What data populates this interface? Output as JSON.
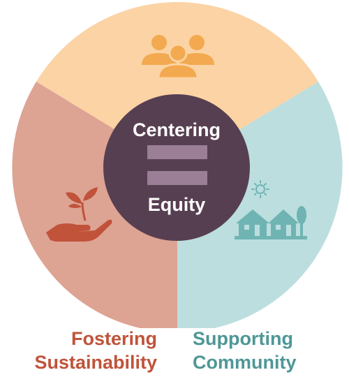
{
  "center": {
    "line1": "Centering",
    "line2": "Equity"
  },
  "captions": {
    "left": {
      "line1": "Fostering",
      "line2": "Sustainability"
    },
    "right": {
      "line1": "Supporting",
      "line2": "Community"
    }
  },
  "colors": {
    "top_segment": "#fbd3a4",
    "left_segment": "#dda393",
    "right_segment": "#bcdedf",
    "center_circle": "#573f52",
    "equals_bars": "#9a7f96",
    "people_icon": "#f3a94f",
    "plant_icon": "#c0533a",
    "houses_icon": "#6fb4b3",
    "left_caption": "#c0533a",
    "right_caption": "#4e9796"
  },
  "icons": {
    "top": "people-group-icon",
    "left": "plant-in-hand-icon",
    "right": "houses-with-sun-icon"
  }
}
